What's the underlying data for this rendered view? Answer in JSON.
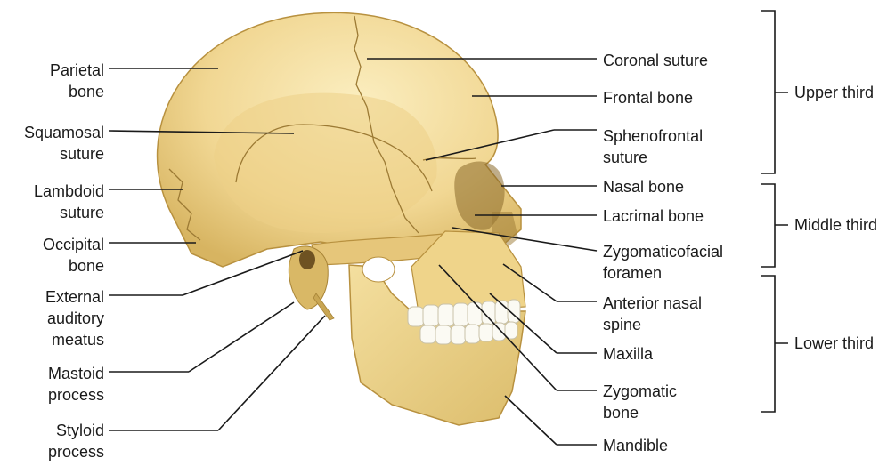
{
  "left_labels": {
    "parietal": [
      "Parietal",
      "bone"
    ],
    "squamosal": [
      "Squamosal",
      "suture"
    ],
    "lambdoid": [
      "Lambdoid",
      "suture"
    ],
    "occipital": [
      "Occipital",
      "bone"
    ],
    "external_auditory": [
      "External",
      "auditory",
      "meatus"
    ],
    "mastoid": [
      "Mastoid",
      "process"
    ],
    "styloid": [
      "Styloid",
      "process"
    ]
  },
  "right_labels": {
    "coronal": [
      "Coronal suture"
    ],
    "frontal": [
      "Frontal bone"
    ],
    "sphenofrontal": [
      "Sphenofrontal",
      "suture"
    ],
    "nasal": [
      "Nasal bone"
    ],
    "lacrimal": [
      "Lacrimal bone"
    ],
    "zygomaticofacial": [
      "Zygomaticofacial",
      "foramen"
    ],
    "anterior_nasal": [
      "Anterior nasal",
      "spine"
    ],
    "maxilla": [
      "Maxilla"
    ],
    "zygomatic": [
      "Zygomatic",
      "bone"
    ],
    "mandible": [
      "Mandible"
    ]
  },
  "regions": {
    "upper": "Upper third",
    "middle": "Middle third",
    "lower": "Lower third"
  },
  "colors": {
    "bone_fill": "#f3dc9c",
    "bone_shadow": "#d9b866",
    "bone_dark": "#b8913f",
    "teeth": "#fbfaf3",
    "leader_line": "#1a1a1a"
  }
}
